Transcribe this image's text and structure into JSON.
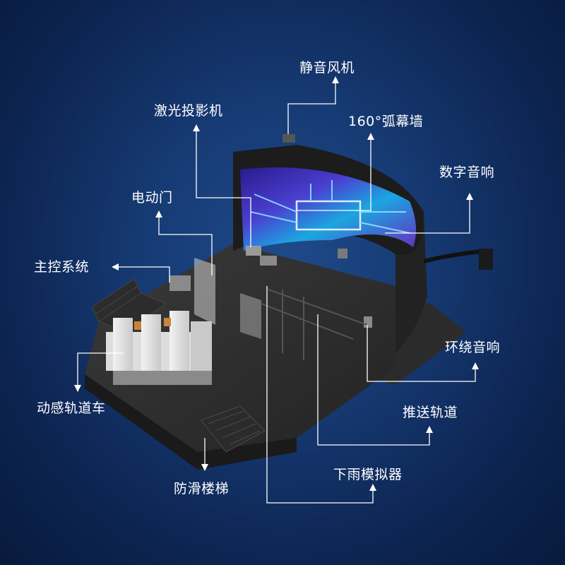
{
  "labels": {
    "fan": "静音风机",
    "projector": "激光投影机",
    "screen": "160°弧幕墙",
    "digital_audio": "数字音响",
    "door": "电动门",
    "control": "主控系统",
    "surround_audio": "环绕音响",
    "motion_car": "动感轨道车",
    "track": "推送轨道",
    "stairs": "防滑楼梯",
    "rain": "下雨模拟器"
  }
}
